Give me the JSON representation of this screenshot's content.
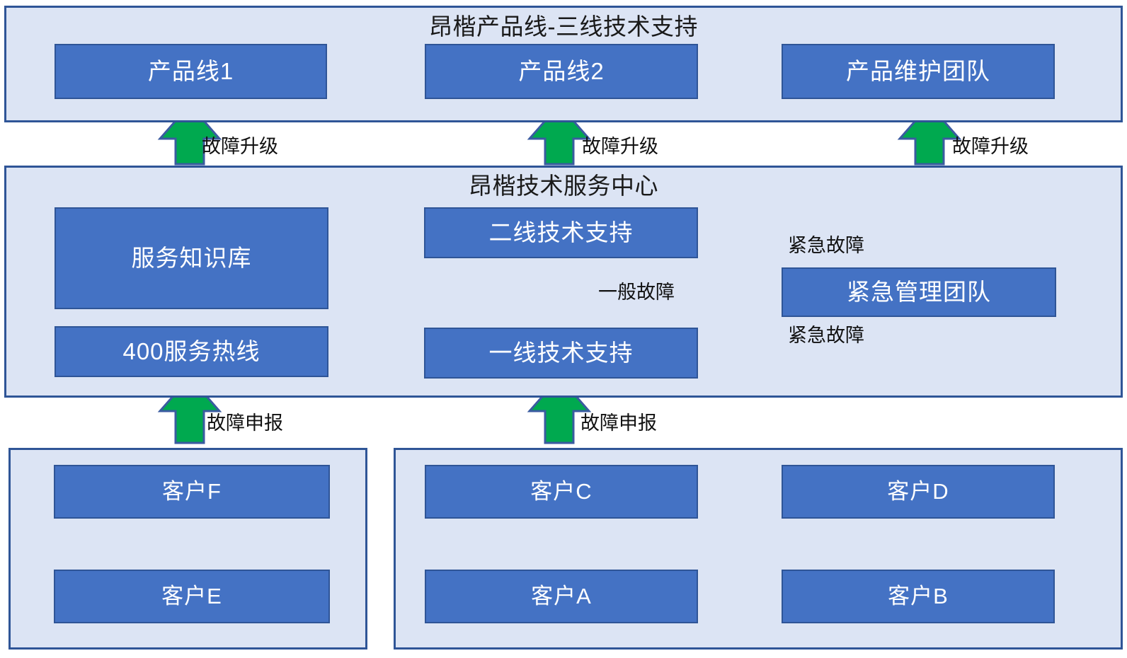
{
  "diagram": {
    "title": "昂楷产品线-三线技术支持",
    "colors": {
      "node_fill": "#4472C4",
      "node_border": "#2F5597",
      "panel_fill": "#DCE4F4",
      "panel_border": "#2F5597",
      "green_arrow": "#00A94F",
      "yellow_arrow": "#FFFF00",
      "arrow_outline": "#3A5BA0",
      "node_text": "#FFFFFF",
      "label_text": "#111111"
    }
  },
  "tier3": {
    "title": "昂楷产品线-三线技术支持",
    "nodes": [
      {
        "label": "产品线1"
      },
      {
        "label": "产品线2"
      },
      {
        "label": "产品维护团队"
      }
    ]
  },
  "service_center": {
    "title": "昂楷技术服务中心",
    "nodes": [
      {
        "label": "服务知识库"
      },
      {
        "label": "400服务热线"
      },
      {
        "label": "二线技术支持"
      },
      {
        "label": "一线技术支持"
      },
      {
        "label": "紧急管理团队"
      }
    ]
  },
  "customers_left": {
    "nodes": [
      {
        "label": "客户F"
      },
      {
        "label": "客户E"
      }
    ]
  },
  "customers_right": {
    "nodes": [
      {
        "label": "客户C"
      },
      {
        "label": "客户D"
      },
      {
        "label": "客户A"
      },
      {
        "label": "客户B"
      }
    ]
  },
  "flow_labels": {
    "escalate_1": "故障升级",
    "escalate_2": "故障升级",
    "escalate_3": "故障升级",
    "general_fault": "一般故障",
    "urgent_fault_down": "紧急故障",
    "urgent_fault_up": "紧急故障",
    "report_1": "故障申报",
    "report_2": "故障申报"
  }
}
